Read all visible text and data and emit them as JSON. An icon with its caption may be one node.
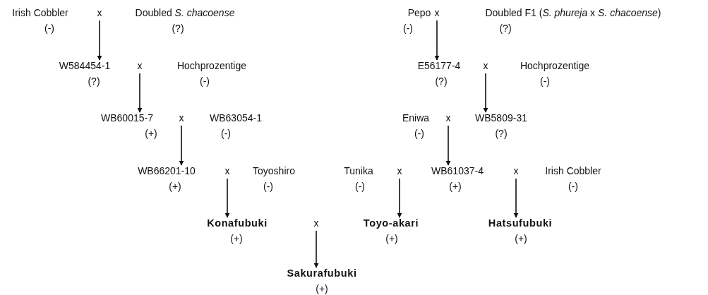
{
  "diagram": {
    "nodes": [
      {
        "text": [
          "Irish Cobbler"
        ],
        "beside": [
          "(-)"
        ]
      },
      {
        "text": [
          "x"
        ]
      },
      {
        "text": [
          "Doubled *S. chacoense*"
        ],
        "beside": [
          "(?)"
        ]
      },
      {
        "text": [
          "Pepo"
        ],
        "beside": [
          "(-)"
        ]
      },
      {
        "text": [
          "x"
        ]
      },
      {
        "text": [
          "Doubled F1 (*S. phureja* x *S. chacoense*)"
        ],
        "beside": [
          "(?)"
        ]
      },
      {
        "text": [
          "W584454-1"
        ],
        "beside": [
          "(?)"
        ]
      },
      {
        "text": [
          "x"
        ]
      },
      {
        "text": [
          "Hochprozentige"
        ],
        "beside": [
          "(-)"
        ]
      },
      {
        "text": [
          "E56177-4"
        ],
        "beside": [
          "(?)"
        ]
      },
      {
        "text": [
          "x"
        ]
      },
      {
        "text": [
          "Hochprozentige"
        ],
        "beside": [
          "(-)"
        ]
      },
      {
        "text": [
          "WB60015-7"
        ],
        "beside": [
          "(+)"
        ]
      },
      {
        "text": [
          "x"
        ]
      },
      {
        "text": [
          "WB63054-1"
        ],
        "beside": [
          "(-)"
        ]
      },
      {
        "text": [
          "Eniwa"
        ],
        "beside": [
          "(-)"
        ]
      },
      {
        "text": [
          "x"
        ]
      },
      {
        "text": [
          "WB5809-31"
        ],
        "beside": [
          "(?)"
        ]
      },
      {
        "text": [
          "WB66201-10"
        ],
        "beside": [
          "(+)"
        ]
      },
      {
        "text": [
          "x"
        ]
      },
      {
        "text": [
          "Toyoshiro"
        ],
        "beside": [
          "(-)"
        ]
      },
      {
        "text": [
          "Tunika"
        ],
        "beside": [
          "(-)"
        ]
      },
      {
        "text": [
          "x"
        ]
      },
      {
        "text": [
          "WB61037-4"
        ],
        "beside": [
          "(+)"
        ]
      },
      {
        "text": [
          "x"
        ]
      },
      {
        "text": [
          "Irish Cobbler"
        ],
        "beside": [
          "(-)"
        ]
      },
      {
        "text": [
          "Konafubuki"
        ],
        "beside": [
          "(+)"
        ]
      },
      {
        "text": [
          "x"
        ]
      },
      {
        "text": [
          "Toyo-akari"
        ],
        "beside": [
          "(+)"
        ]
      },
      {
        "text": [
          "Hatsufubuki"
        ],
        "beside": [
          "(+)"
        ]
      },
      {
        "text": [
          "Sakurafubuki"
        ],
        "beside": [
          "(+)"
        ]
      }
    ],
    "edges": [
      {
        "from": 1,
        "to": 6,
        "arrow": "to"
      },
      {
        "from": 4,
        "to": 9,
        "arrow": "to"
      },
      {
        "from": 7,
        "to": 12,
        "arrow": "to"
      },
      {
        "from": 10,
        "to": 17,
        "arrow": "to"
      },
      {
        "from": 13,
        "to": 18,
        "arrow": "to"
      },
      {
        "from": 16,
        "to": 23,
        "arrow": "to"
      },
      {
        "from": 19,
        "to": 26,
        "arrow": "to"
      },
      {
        "from": 22,
        "to": 28,
        "arrow": "to"
      },
      {
        "from": 24,
        "to": 29,
        "arrow": "to"
      },
      {
        "from": 27,
        "to": 30,
        "arrow": "to"
      }
    ]
  }
}
